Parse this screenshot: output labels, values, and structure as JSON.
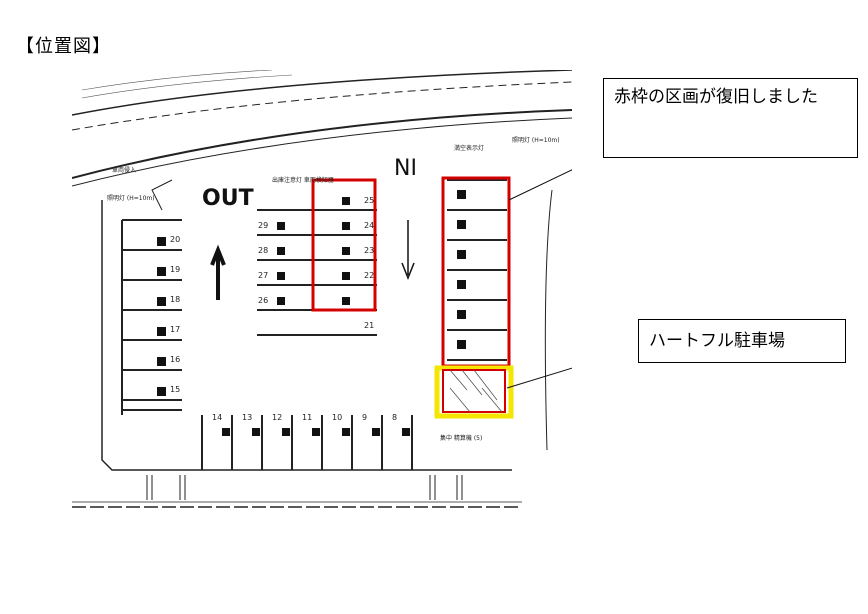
{
  "page": {
    "heading": "【位置図】"
  },
  "map": {
    "labels": {
      "out": "OUT",
      "in": "NI"
    },
    "row_left_numbers": [
      "20",
      "19",
      "18",
      "17",
      "16",
      "15"
    ],
    "row_mid_left_numbers": [
      "29",
      "28",
      "27",
      "26"
    ],
    "row_mid_right_numbers": [
      "25",
      "24",
      "23",
      "22",
      "21"
    ],
    "row_bottom_numbers": [
      "14",
      "13",
      "12",
      "11",
      "10",
      "9",
      "8"
    ],
    "small_notes": {
      "top_left_sign": "車両侵入",
      "light_a": "照明灯\n(H=10m)",
      "exit_sign": "出庫注意灯\n車両検知器",
      "full_sign": "満空表示灯",
      "light_b": "照明灯\n(H=10m)",
      "central": "集中\n精算機\n(5)"
    },
    "colors": {
      "highlight": "#d40000",
      "accessible": "#f5e600",
      "line": "#222222"
    }
  },
  "callouts": {
    "restored": "赤枠の区画が復旧しました",
    "accessible": "ハートフル駐車場"
  }
}
